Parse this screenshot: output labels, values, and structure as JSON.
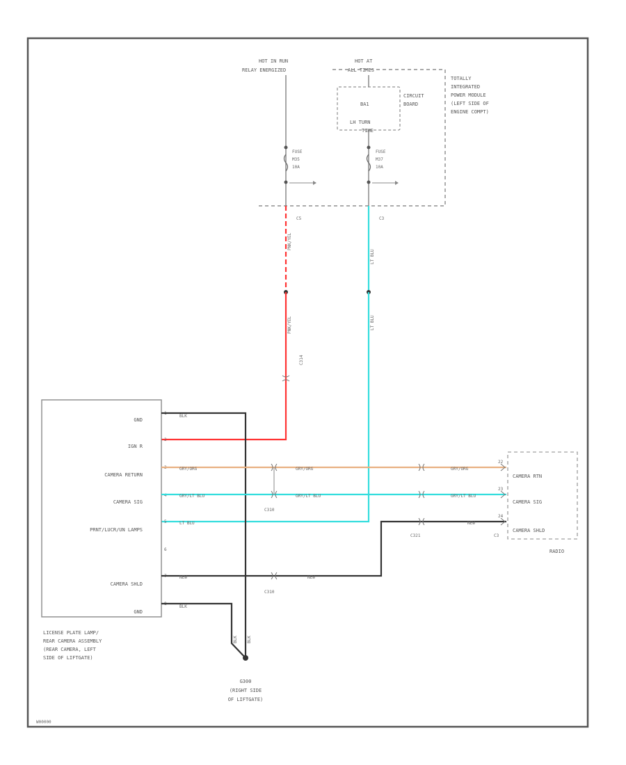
{
  "power": {
    "hot_run_1": "HOT IN RUN",
    "hot_run_2": "RELAY ENERGIZED",
    "hot_at_1": "HOT AT",
    "hot_at_2": "ALL TIMES",
    "tipm_1": "TOTALLY",
    "tipm_2": "INTEGRATED",
    "tipm_3": "POWER MODULE",
    "tipm_4": "(LEFT SIDE OF",
    "tipm_5": "ENGINE COMPT)",
    "circuit_1": "CIRCUIT",
    "circuit_2": "BOARD",
    "relay_tag": "BA1",
    "relay_1": "LH TURN",
    "relay_2": "TIME",
    "fuse1_1": "FUSE",
    "fuse1_2": "M35",
    "fuse1_3": "10A",
    "fuse2_1": "FUSE",
    "fuse2_2": "M37",
    "fuse2_3": "10A",
    "tipm_conn_1": "C5",
    "tipm_conn_2": "C3"
  },
  "wires": {
    "red_wire": "PNK/YEL",
    "red_wire_2": "PNK/YEL",
    "blue_wire": "LT BLU",
    "blue_wire_2": "LT BLU",
    "c314": "C314",
    "gnd_top": "BLK",
    "gnd_bot": "BLK",
    "cam_ret_1": "GRY/ORG",
    "cam_ret_2": "GRY/ORG",
    "cam_ret_3": "GRY/ORG",
    "cam_sig_1": "GRY/LT BLU",
    "cam_sig_2": "GRY/LT BLU",
    "cam_sig_3": "GRY/LT BLU",
    "lamps_wire": "LT BLU",
    "shld_1": "NEW",
    "shld_2": "NEW",
    "shld_3": "NEW",
    "ground_v1": "BLK",
    "ground_v2": "BLK",
    "c310": "C310",
    "c310_b": "C310",
    "c321": "C321",
    "c3": "C3"
  },
  "camera_module": {
    "pins": [
      "GND",
      "IGN R",
      "CAMERA RETURN",
      "CAMERA SIG",
      "PRNT/LUCR/UN LAMPS",
      "",
      "CAMERA SHLD",
      "GND"
    ],
    "pin_numbers": [
      "1",
      "2",
      "3",
      "4",
      "5",
      "6",
      "7",
      "8"
    ],
    "name_1": "LICENSE PLATE LAMP/",
    "name_2": "REAR CAMERA ASSEMBLY",
    "name_3": "(REAR CAMERA, LEFT",
    "name_4": "SIDE OF LIFTGATE)"
  },
  "radio": {
    "pins": [
      "CAMERA RTN",
      "CAMERA SIG",
      "CAMERA SHLD"
    ],
    "pin_numbers": [
      "22",
      "23",
      "24"
    ],
    "name": "RADIO"
  },
  "ground": {
    "id": "G300",
    "desc_1": "(RIGHT SIDE",
    "desc_2": "OF LIFTGATE)"
  },
  "footer": {
    "code": "W00000"
  },
  "colors": {
    "border": "#555555",
    "red": "#ff3333",
    "blue": "#33dddd",
    "orange": "#e8b080",
    "dark": "#333333"
  }
}
